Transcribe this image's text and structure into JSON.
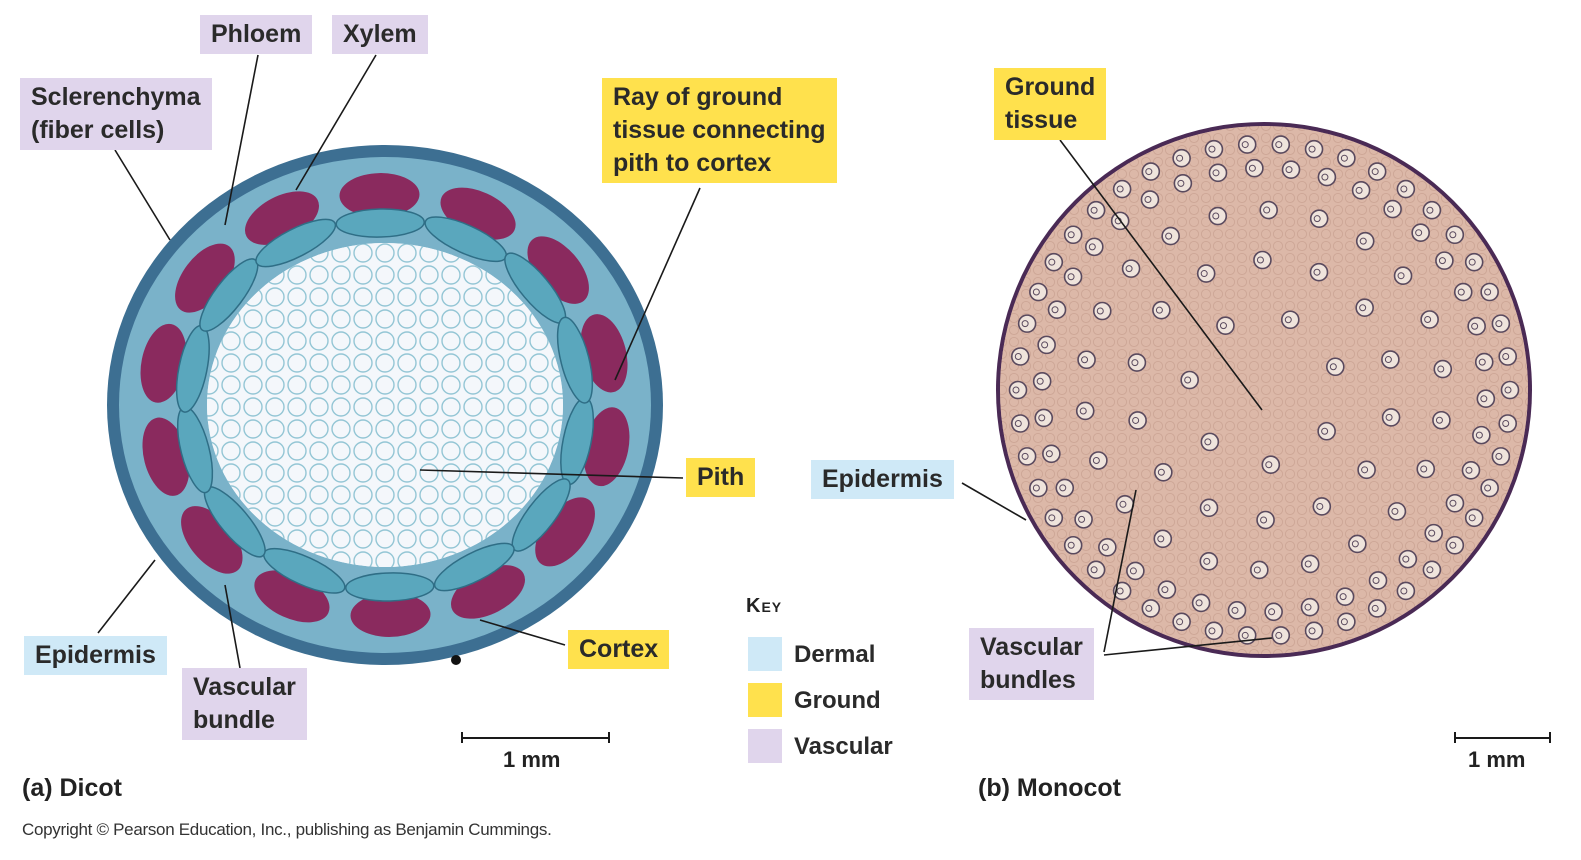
{
  "panels": {
    "dicot": {
      "caption": "(a) Dicot",
      "scale": "1 mm"
    },
    "monocot": {
      "caption": "(b) Monocot",
      "scale": "1 mm"
    }
  },
  "labels": {
    "phloem": "Phloem",
    "xylem": "Xylem",
    "sclerenchyma_line1": "Sclerenchyma",
    "sclerenchyma_line2": "(fiber cells)",
    "ray_line1": "Ray of ground",
    "ray_line2": "tissue connecting",
    "ray_line3": "pith to cortex",
    "pith": "Pith",
    "epidermis_dicot": "Epidermis",
    "vascular_bundle_line1": "Vascular",
    "vascular_bundle_line2": "bundle",
    "cortex": "Cortex",
    "ground_tissue_line1": "Ground",
    "ground_tissue_line2": "tissue",
    "epidermis_monocot": "Epidermis",
    "vascular_bundles_line1": "Vascular",
    "vascular_bundles_line2": "bundles"
  },
  "key": {
    "title": "Key",
    "items": [
      {
        "label": "Dermal",
        "color": "#cfe9f7"
      },
      {
        "label": "Ground",
        "color": "#ffe14d"
      },
      {
        "label": "Vascular",
        "color": "#e0d5ec"
      }
    ]
  },
  "colors": {
    "dermal": "#cfe9f7",
    "ground": "#ffe14d",
    "vascular": "#e0d5ec",
    "dicot_cortex": "#5f8fb0",
    "dicot_bundle": "#8a2a5e",
    "dicot_pith": "#eef3f8",
    "monocot_ground": "#dcb8a8",
    "monocot_rim": "#4a2a55"
  },
  "copyright": "Copyright © Pearson Education, Inc., publishing as Benjamin Cummings."
}
